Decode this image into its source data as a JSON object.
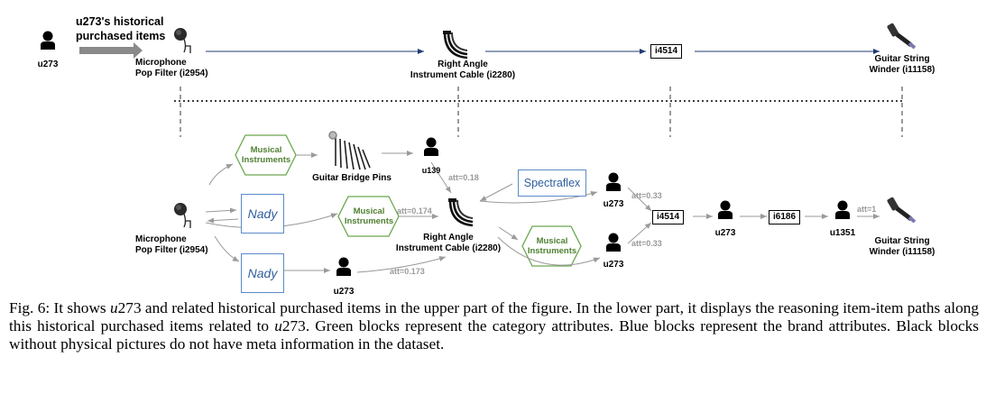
{
  "header": {
    "user": "u273",
    "history_label_line1": "u273's historical",
    "history_label_line2": "purchased items",
    "items": [
      {
        "line1": "Microphone",
        "line2": "Pop Filter (i2954)"
      },
      {
        "line1": "Right Angle",
        "line2": "Instrument Cable (i2280)"
      },
      {
        "line1": "i4514"
      },
      {
        "line1": "Guitar String",
        "line2": "Winder (i11158)"
      }
    ]
  },
  "paths": {
    "start_item": {
      "line1": "Microphone",
      "line2": "Pop Filter (i2954)"
    },
    "category_label": "Musical Instruments",
    "brand_label": "Nady",
    "spectraflex_label": "Spectraflex",
    "guitar_bridge_pins": "Guitar Bridge Pins",
    "cable": {
      "line1": "Right Angle",
      "line2": "Instrument Cable (i2280)"
    },
    "i4514": "i4514",
    "i6186": "i6186",
    "winder": {
      "line1": "Guitar String",
      "line2": "Winder (i11158)"
    },
    "users": {
      "u139": "u139",
      "u273": "u273",
      "u1351": "u1351"
    },
    "attention": {
      "a018": "att=0.18",
      "a0174": "att=0.174",
      "a0173": "att=0.173",
      "a033_top": "att=0.33",
      "a033_bottom": "att=0.33",
      "a1": "att=1"
    }
  },
  "caption": {
    "p1": "Fig. 6: It shows ",
    "u1": "u",
    "n1": "273",
    "p2": " and related historical purchased items in the upper part of the figure. In the lower part, it displays the reasoning item-item paths along this historical purchased items related to ",
    "u2": "u",
    "n2": "273",
    "p3": ". Green blocks represent the category attributes. Blue blocks represent the brand attributes. Black blocks without physical pictures do not have meta information in the dataset."
  },
  "colors": {
    "brand_border": "#5b8bc9",
    "brand_text": "#2f5f9e",
    "category_border": "#6aa84f",
    "category_text": "#4f7f31",
    "arrow_top": "#1f3b73",
    "arrow_bottom": "#9a9a9a"
  },
  "icons": [
    "user-icon",
    "microphone-icon",
    "cable-icon",
    "winder-icon",
    "bridge-pins-icon"
  ]
}
